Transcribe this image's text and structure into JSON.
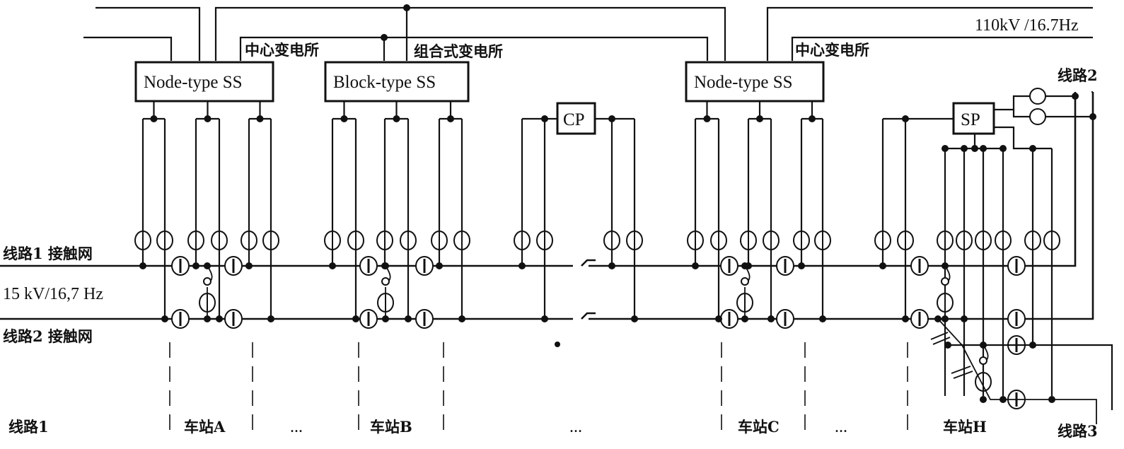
{
  "diagram": {
    "supply_voltage_label": "110kV /16.7Hz",
    "contact_voltage_label": "15 kV/16,7 Hz",
    "substations": [
      {
        "id": "ss1",
        "box_label": "Node-type SS",
        "cn_label": "中心变电所"
      },
      {
        "id": "ss2",
        "box_label": "Block-type SS",
        "cn_label": "组合式变电所"
      },
      {
        "id": "ss3",
        "box_label": "Node-type SS",
        "cn_label": "中心变电所"
      }
    ],
    "cp_label": "CP",
    "sp_label": "SP",
    "line1_contact_label": "线路1  接触网",
    "line2_contact_label": "线路2  接触网",
    "line1_label": "线路1",
    "line2_label": "线路2",
    "line3_label": "线路3",
    "stations": [
      "车站A",
      "车站B",
      "车站C",
      "车站H"
    ],
    "ellipsis": "..."
  }
}
